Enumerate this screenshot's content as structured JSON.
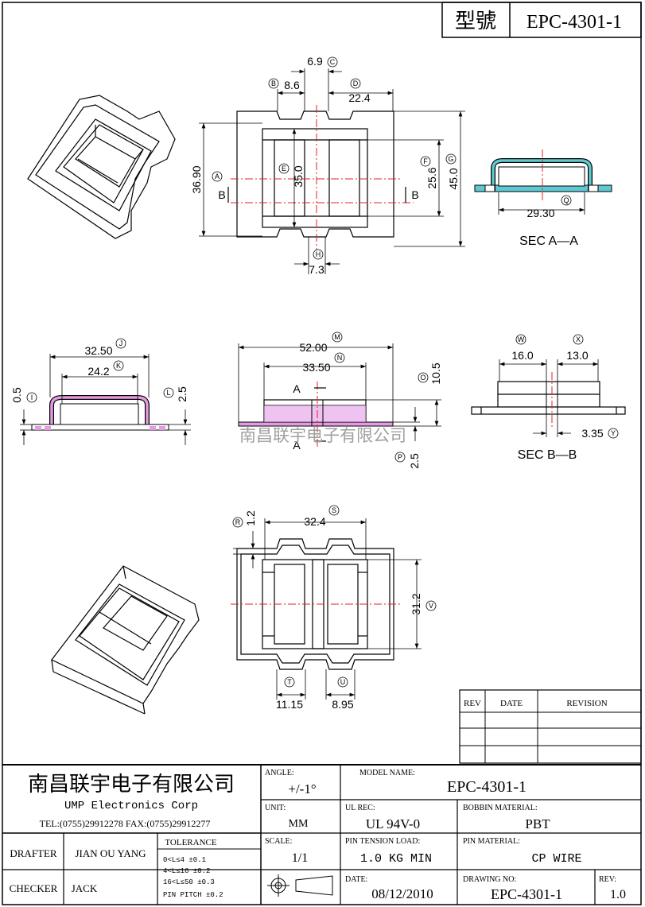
{
  "header": {
    "type_label": "型號",
    "model": "EPC-4301-1"
  },
  "watermark": "南昌联宇电子有限公司",
  "dimensions": {
    "c": "6.9",
    "b": "8.6",
    "d": "22.4",
    "a": "36.90",
    "e": "35.0",
    "f": "25.6",
    "g": "45.0",
    "h": "7.3",
    "q": "29.30",
    "j": "32.50",
    "k": "24.2",
    "i": "0.5",
    "l": "2.5",
    "m": "52.00",
    "n": "33.50",
    "o": "10.5",
    "p": "2.5",
    "w": "16.0",
    "x": "13.0",
    "y": "3.35",
    "r": "1.2",
    "s": "32.4",
    "v": "31.2",
    "t": "11.15",
    "u": "8.95"
  },
  "callouts": [
    "A",
    "B",
    "C",
    "D",
    "E",
    "F",
    "G",
    "H",
    "I",
    "J",
    "K",
    "L",
    "M",
    "N",
    "O",
    "P",
    "Q",
    "R",
    "S",
    "T",
    "U",
    "V",
    "W",
    "X",
    "Y"
  ],
  "section_marks": {
    "b": "B",
    "a": "A"
  },
  "sections": {
    "aa": "SEC A—A",
    "bb": "SEC B—B"
  },
  "revision_table": {
    "headers": [
      "REV",
      "DATE",
      "REVISION"
    ]
  },
  "title_block": {
    "company_cn": "南昌联宇电子有限公司",
    "company_en": "UMP  Electronics  Corp",
    "contact": "TEL:(0755)29912278 FAX:(0755)29912277",
    "drafter_label": "DRAFTER",
    "drafter": "JIAN OU YANG",
    "checker_label": "CHECKER",
    "checker": "JACK",
    "tolerance_label": "TOLERANCE",
    "tolerances": [
      "0<L≤4      ±0.1",
      "4<L≤16     ±0.2",
      "16<L≤50    ±0.3",
      "PIN PITCH ±0.2"
    ],
    "angle_label": "ANGLE:",
    "angle": "+/-1°",
    "unit_label": "UNIT:",
    "unit": "MM",
    "scale_label": "SCALE:",
    "scale": "1/1",
    "model_name_label": "MODEL NAME:",
    "model_name": "EPC-4301-1",
    "ul_label": "UL REC:",
    "ul": "UL 94V-0",
    "bobbin_label": "BOBBIN MATERIAL:",
    "bobbin": "PBT",
    "pin_tension_label": "PIN TENSION LOAD:",
    "pin_tension": "1.0  KG MIN",
    "pin_material_label": "PIN MATERIAL:",
    "pin_material": "CP  WIRE",
    "date_label": "DATE:",
    "date": "08/12/2010",
    "drawing_no_label": "DRAWING NO:",
    "drawing_no": "EPC-4301-1",
    "rev_label": "REV:",
    "rev": "1.0"
  }
}
